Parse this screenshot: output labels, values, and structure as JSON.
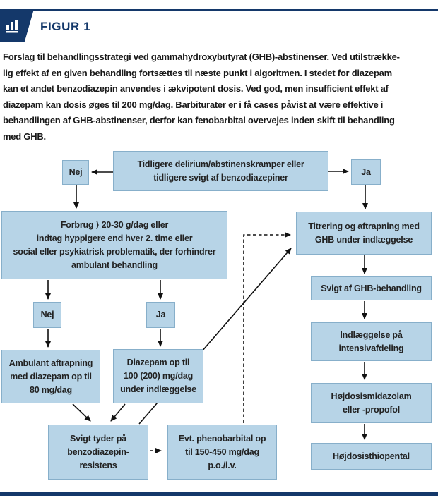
{
  "header": {
    "figure_label": "FIGUR 1",
    "accent_color": "#14386a",
    "badge_icon": "bar-chart"
  },
  "caption": "Forslag til behandlingsstrategi ved gammahydroxybutyrat (GHB)-abstinenser. Ved utilstrække-\nlig effekt af en given behandling fortsættes til næste punkt i algoritmen. I stedet for diazepam\nkan et andet benzodiazepin anvendes i ækvipotent dosis. Ved god, men insufficient effekt af\ndiazepam kan dosis øges til 200 mg/dag. Barbiturater er i få cases påvist at være effektive i\nbehandlingen af GHB-abstinenser, derfor kan fenobarbital overvejes inden skift til behandling\nmed GHB.",
  "flowchart": {
    "box_fill": "#b7d4e7",
    "line_color": "#111111",
    "nodes": {
      "nej_top": "Nej",
      "decision_top": "Tidligere delirium/abstinenskramper eller\ntidligere svigt af benzodiazepiner",
      "ja_top": "Ja",
      "forbrug": "Forbrug ⟩ 20-30 g/dag eller\nindtag hyppigere end hver 2. time eller\nsocial eller psykiatrisk problematik, der forhindrer\nambulant behandling",
      "titrering": "Titrering og aftrapning med\nGHB under indlæggelse",
      "nej_mid": "Nej",
      "ja_mid": "Ja",
      "ambulant": "Ambulant aftrapning\nmed diazepam op til\n80 mg/dag",
      "diazepam": "Diazepam op til\n100 (200) mg/dag\nunder indlæggelse",
      "svigt_ghb": "Svigt af GHB-behandling",
      "indlaeggelse": "Indlæggelse på\nintensivafdeling",
      "hoejdosis_midazolam": "Højdosismidazolam\neller -propofol",
      "hoejdosis_thiopental": "Højdosisthiopental",
      "svigt_benzo": "Svigt tyder på\nbenzodiazepin-\nresistens",
      "phenobarbital": "Evt. phenobarbital op\ntil 150-450 mg/dag\np.o./i.v."
    }
  }
}
